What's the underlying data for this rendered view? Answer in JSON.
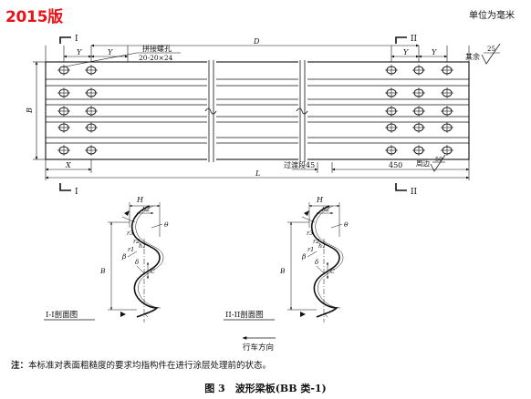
{
  "edition_label": "2015版",
  "unit_note": "单位为毫米",
  "top_view": {
    "section_mark_left": "I",
    "section_mark_right": "II",
    "dim_D": "D",
    "dim_Y": "Y",
    "dim_B": "B",
    "dim_X": "X",
    "dim_L": "L",
    "splice_hole_label": "拼接螺孔",
    "splice_hole_size": "20-20×24",
    "roughness_rest_prefix": "其余",
    "roughness_rest_value": "25",
    "transition_label": "过渡段45",
    "dim_450": "450",
    "perimeter_label": "周边",
    "perimeter_value": "50"
  },
  "section_views": [
    {
      "id": "sec1",
      "title": "I-I剖面图",
      "labels": [
        "H",
        "h2",
        "θ",
        "r3",
        "r2",
        "r1",
        "h1",
        "β",
        "δ",
        "B",
        "C"
      ]
    },
    {
      "id": "sec2",
      "title": "II-II剖面图",
      "labels": [
        "H",
        "h2",
        "θ",
        "r3",
        "r2",
        "r1",
        "h1",
        "β",
        "δ",
        "B",
        "C"
      ]
    }
  ],
  "direction_label": "行车方向",
  "note_prefix": "注：",
  "note_text": "本标准对表面粗糙度的要求均指构件在进行涂层处理前的状态。",
  "figure_caption": "图 3　波形梁板(BB 类-1)"
}
